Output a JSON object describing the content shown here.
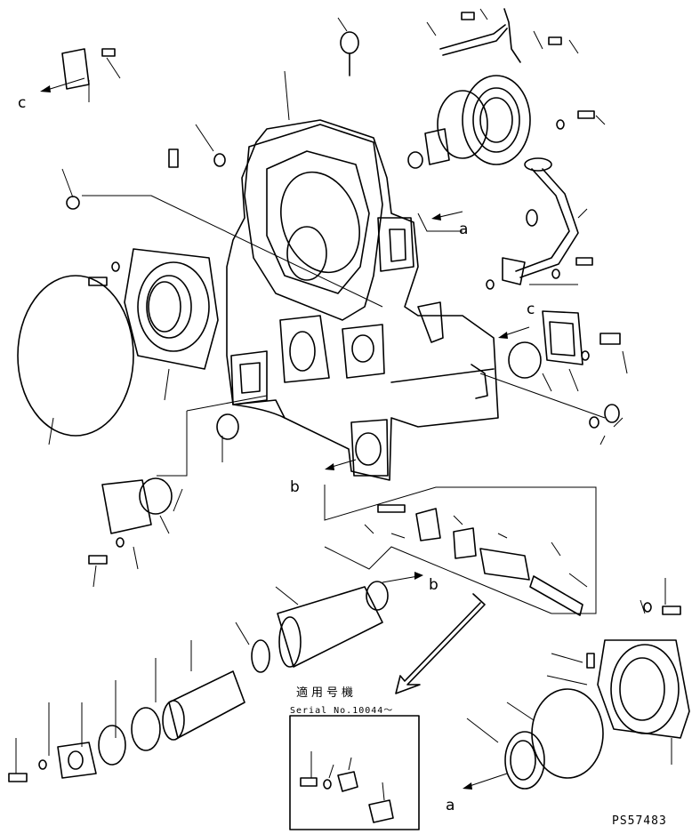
{
  "callouts": {
    "c_top": "c",
    "c_mid": "c",
    "a_mid": "a",
    "b_left": "b",
    "b_mid": "b",
    "a_bottom": "a"
  },
  "serial": {
    "title": "適用号機",
    "line": "Serial No.10044～"
  },
  "drawing_code": "PS57483"
}
